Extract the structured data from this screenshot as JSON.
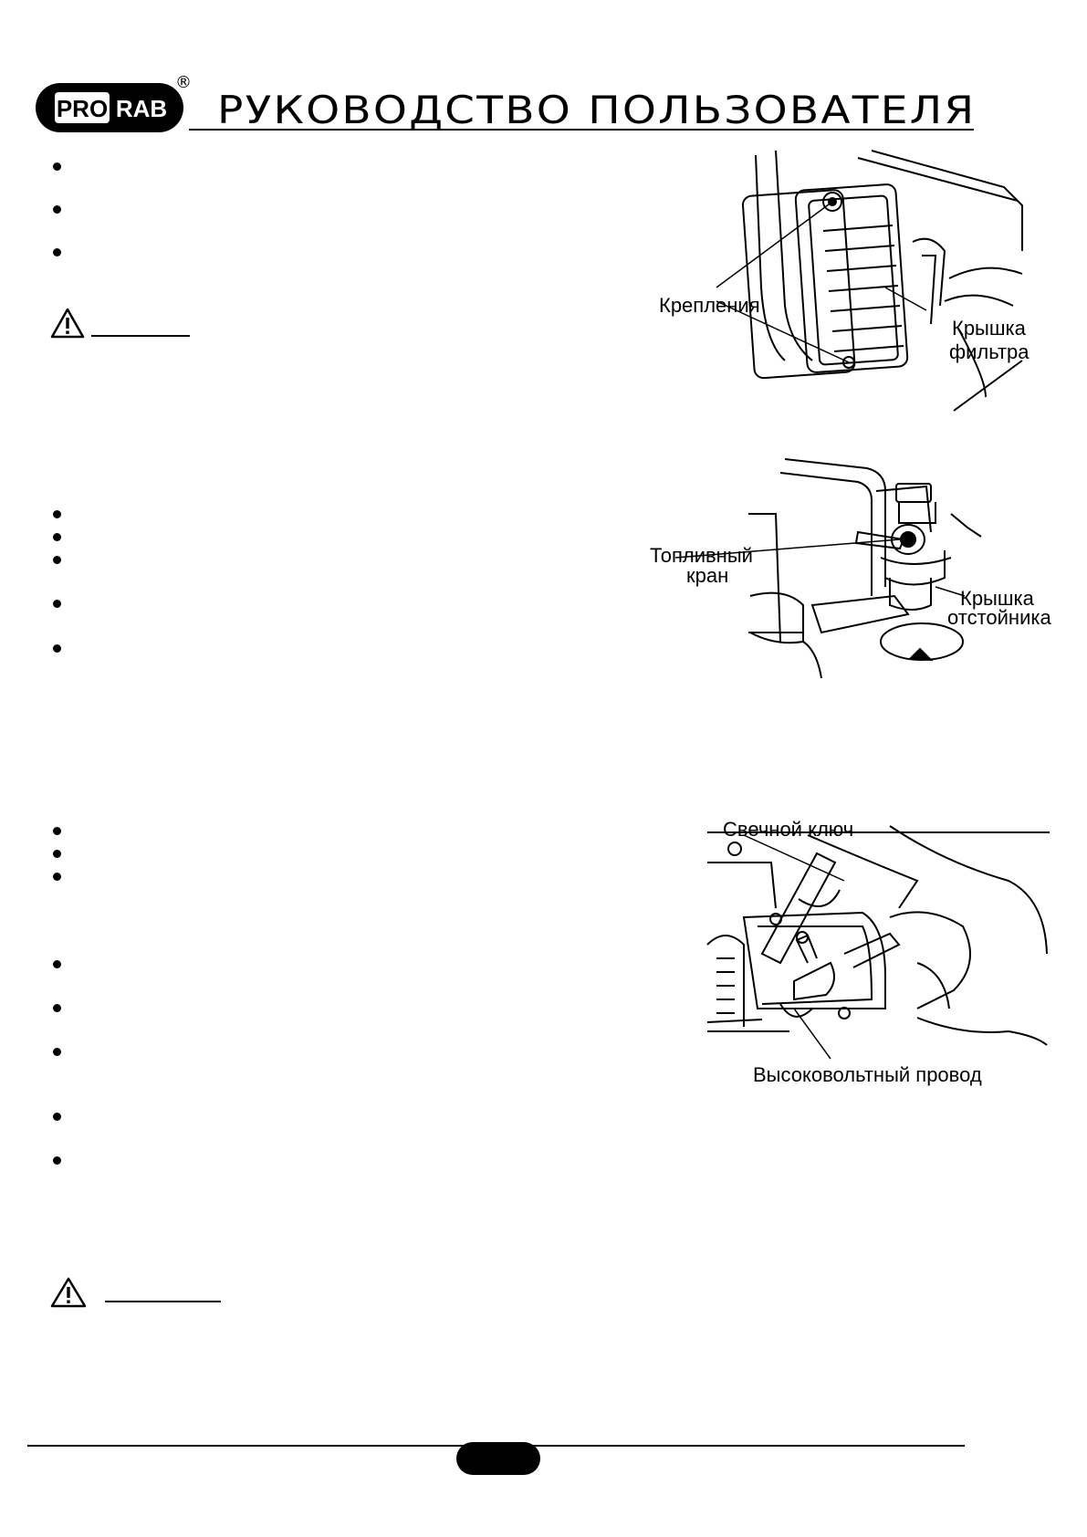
{
  "header": {
    "brand": "PRO RAB",
    "brand_part1": "PRO",
    "brand_part2": "RAB",
    "registered_mark": "®",
    "title": "РУКОВОДСТВО ПОЛЬЗОВАТЕЛЯ"
  },
  "figures": {
    "air_filter": {
      "icon": "air-filter-illustration",
      "label_fasteners": "Крепления",
      "label_cover_line1": "Крышка",
      "label_cover_line2": "фильтра"
    },
    "fuel_valve": {
      "icon": "fuel-valve-illustration",
      "label_valve_line1": "Топливный",
      "label_valve_line2": "кран",
      "label_cup_line1": "Крышка",
      "label_cup_line2": "отстойника"
    },
    "spark_plug": {
      "icon": "spark-plug-illustration",
      "label_wrench": "Свечной ключ",
      "label_wire": "Высоковольтный провод"
    }
  },
  "warnings": [
    {
      "icon": "warning-triangle-icon"
    },
    {
      "icon": "warning-triangle-icon"
    }
  ],
  "footer": {
    "page_number_badge": ""
  }
}
